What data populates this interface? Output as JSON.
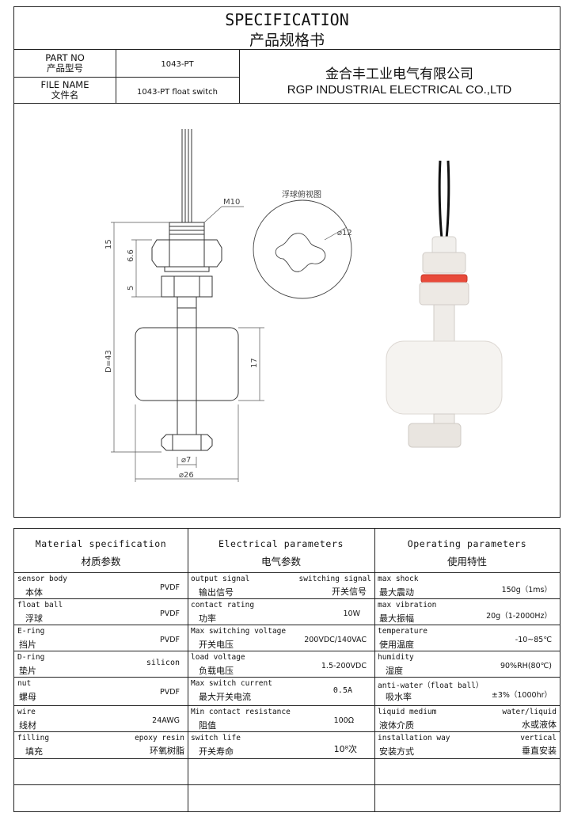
{
  "header": {
    "title_en": "SPECIFICATION",
    "title_cn": "产品规格书",
    "part_no_label_en": "PART NO",
    "part_no_label_cn": "产品型号",
    "part_no_value": "1043-PT",
    "file_name_label_en": "FILE NAME",
    "file_name_label_cn": "文件名",
    "file_name_value": "1043-PT float switch",
    "company_cn": "金合丰工业电气有限公司",
    "company_en": "RGP INDUSTRIAL ELECTRICAL CO.,LTD"
  },
  "drawing": {
    "top_view_label": "浮球俯视图",
    "dims": {
      "thread": "M10",
      "d15": "15",
      "d66": "6.6",
      "d5": "5",
      "d17": "17",
      "d43": "D=43",
      "dia7": "⌀7",
      "dia26": "⌀26",
      "dia12": "⌀12"
    }
  },
  "columns": [
    {
      "en": "Material specification",
      "cn": "材质参数"
    },
    {
      "en": "Electrical parameters",
      "cn": "电气参数"
    },
    {
      "en": "Operating parameters",
      "cn": "使用特性"
    }
  ],
  "material": [
    {
      "en": "sensor body",
      "cn": "本体",
      "value": "PVDF"
    },
    {
      "en": "float ball",
      "cn": "浮球",
      "value": "PVDF"
    },
    {
      "en": "E-ring",
      "cn": "挡片",
      "value": "PVDF"
    },
    {
      "en": "D-ring",
      "cn": "垫片",
      "value": "silicon"
    },
    {
      "en": "nut",
      "cn": "螺母",
      "value": "PVDF"
    },
    {
      "en": "wire",
      "cn": "线材",
      "value": "24AWG"
    },
    {
      "en": "filling",
      "cn": "填充",
      "value_en": "epoxy resin",
      "value_cn": "环氧树脂"
    }
  ],
  "electrical": [
    {
      "en": "output signal",
      "cn": "输出信号",
      "value_en": "switching signal",
      "value_cn": "开关信号"
    },
    {
      "en": "contact rating",
      "cn": "功率",
      "value": "10W"
    },
    {
      "en": "Max switching voltage",
      "cn": "开关电压",
      "value": "200VDC/140VAC"
    },
    {
      "en": "load voltage",
      "cn": "负载电压",
      "value": "1.5-200VDC"
    },
    {
      "en": "Max switch current",
      "cn": "最大开关电流",
      "value": "0.5A"
    },
    {
      "en": "Min contact resistance",
      "cn": "阻值",
      "value": "100Ω"
    },
    {
      "en": "switch life",
      "cn": "开关寿命",
      "value": "10⁸次"
    }
  ],
  "operating": [
    {
      "en": "max shock",
      "cn": "最大震动",
      "value": "150g（1ms）"
    },
    {
      "en": "max vibration",
      "cn": "最大振幅",
      "value": "20g（1-2000Hz）"
    },
    {
      "en": "temperature",
      "cn": "使用温度",
      "value": "-10~85℃"
    },
    {
      "en": "humidity",
      "cn": "湿度",
      "value": "90%RH(80℃)"
    },
    {
      "en": "anti-water（float ball）",
      "cn": "吸水率",
      "value": "±3%（1000hr）"
    },
    {
      "en": "liquid medium",
      "cn": "液体介质",
      "value_en": "water/liquid",
      "value_cn": "水或液体"
    },
    {
      "en": "installation way",
      "cn": "安装方式",
      "value_en": "vertical",
      "value_cn": "垂直安装"
    }
  ]
}
